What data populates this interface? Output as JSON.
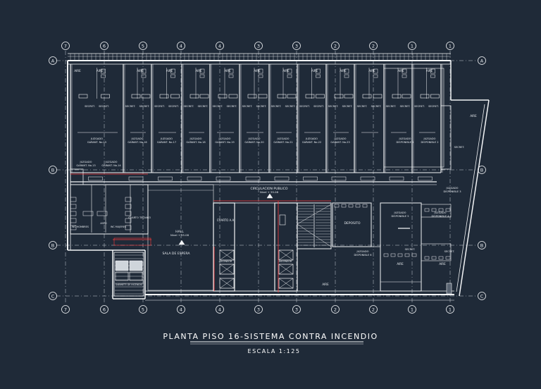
{
  "drawing": {
    "title": "PLANTA PISO 16-SISTEMA CONTRA INCENDIO",
    "scale": "ESCALA 1:125"
  },
  "grid": {
    "columns": [
      "7",
      "6",
      "5",
      "4",
      "4",
      "3",
      "3",
      "2",
      "2",
      "1",
      "1"
    ],
    "rows": [
      "A",
      "B",
      "B",
      "C"
    ]
  },
  "rooms": {
    "aire": "AIRE",
    "secret": "SECRET.",
    "juzgado": "JUZGADO",
    "garant": [
      "GARANT. No.15",
      "GARANT. No.16",
      "GARANT. No.17",
      "GARANT. No.18",
      "GARANT. No.19",
      "GARANT. No.20",
      "GARANT. No.21",
      "GARANT. No.22",
      "GARANT. No.23"
    ],
    "disponible": [
      "DISPONIBLE 1",
      "DISPONIBLE 2",
      "DISPONIBLE 3",
      "DISPONIBLE 4",
      "DISPONIBLE 5",
      "DISPONIBLE 6"
    ],
    "garant_13": "GARANT. No.13",
    "garant_14": "GARANT. No.14",
    "circulacion": "CIRCULACION PUBLICO",
    "nivel": "Nivel + 55.08",
    "hall": "HALL",
    "sala": "SALA DE ESPERA",
    "cuarto_aa": "CUARTO A.A",
    "cuarto_tecnico": "CUARTO TECNICO",
    "deposito": "DEPOSITO",
    "ascensor": "ASCENSOR",
    "wc_hombres": "WC HOMBRES",
    "wc_mujeres": "WC MUJERES",
    "aseo": "ASEO",
    "note": "GABINETE DE INCENDIO"
  },
  "colors": {
    "background": "#1f2a38",
    "lines": "#f2f4f6",
    "accent": "#ff3b3b",
    "fill": "#5a6573"
  }
}
